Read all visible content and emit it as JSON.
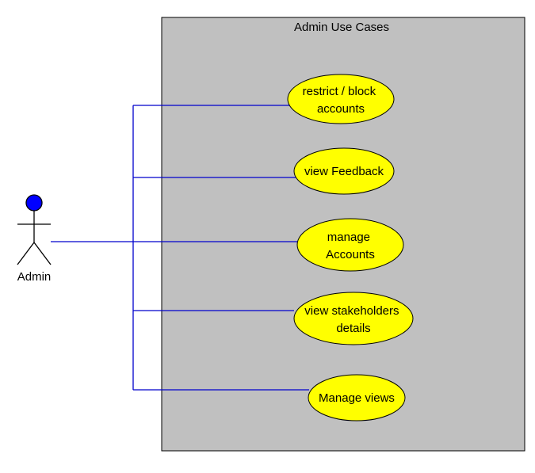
{
  "system": {
    "title": "Admin Use Cases",
    "fill_color": "#c0c0c0",
    "border_color": "#000000"
  },
  "actor": {
    "label": "Admin",
    "head_color": "#0000ff",
    "icon": "stick-figure-actor-icon"
  },
  "connector_color": "#0000cc",
  "use_case_style": {
    "fill_color": "#ffff00",
    "border_color": "#000000"
  },
  "use_cases": [
    {
      "lines": [
        "restrict / block",
        "accounts"
      ]
    },
    {
      "lines": [
        "view Feedback"
      ]
    },
    {
      "lines": [
        "manage",
        "Accounts"
      ]
    },
    {
      "lines": [
        "view stakeholders",
        "details"
      ]
    },
    {
      "lines": [
        "Manage views"
      ]
    }
  ]
}
